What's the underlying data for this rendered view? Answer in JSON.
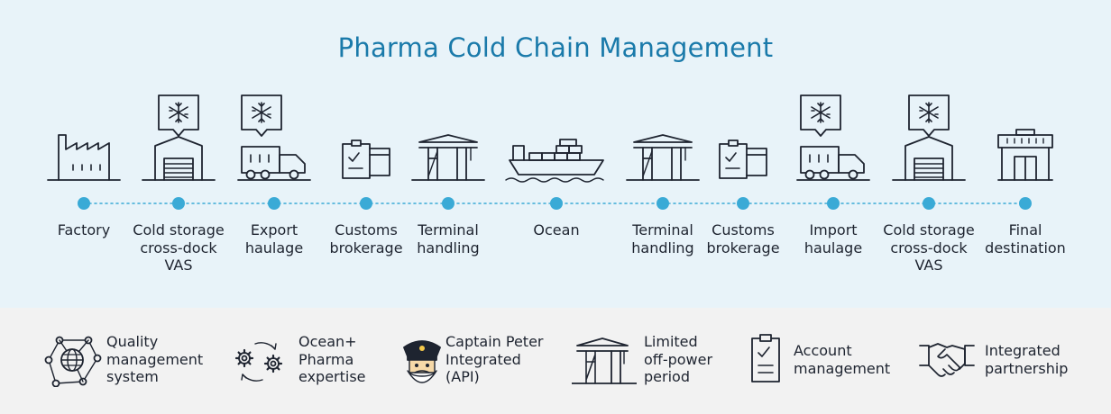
{
  "title": "Pharma Cold Chain Management",
  "colors": {
    "accent": "#1a7aaa",
    "dot": "#3aaad6",
    "ink": "#1e2430",
    "top_bg": "#e8f3f9",
    "bottom_bg": "#f2f2f2"
  },
  "stages": [
    {
      "icon": "factory-icon",
      "lines": [
        "Factory"
      ]
    },
    {
      "icon": "cold-storage-warehouse-icon",
      "lines": [
        "Cold storage",
        "cross-dock",
        "VAS"
      ],
      "snowflake": true
    },
    {
      "icon": "refrigerated-truck-icon",
      "lines": [
        "Export",
        "haulage"
      ],
      "snowflake": true
    },
    {
      "icon": "customs-clipboard-icon",
      "lines": [
        "Customs",
        "brokerage"
      ]
    },
    {
      "icon": "terminal-crane-icon",
      "lines": [
        "Terminal",
        "handling"
      ]
    },
    {
      "icon": "container-ship-icon",
      "lines": [
        "Ocean"
      ]
    },
    {
      "icon": "terminal-crane-icon",
      "lines": [
        "Terminal",
        "handling"
      ]
    },
    {
      "icon": "customs-clipboard-icon",
      "lines": [
        "Customs",
        "brokerage"
      ]
    },
    {
      "icon": "refrigerated-truck-icon",
      "lines": [
        "Import",
        "haulage"
      ],
      "snowflake": true
    },
    {
      "icon": "cold-storage-warehouse-icon",
      "lines": [
        "Cold storage",
        "cross-dock",
        "VAS"
      ],
      "snowflake": true
    },
    {
      "icon": "final-destination-building-icon",
      "lines": [
        "Final",
        "destination"
      ]
    }
  ],
  "features": [
    {
      "icon": "quality-network-globe-icon",
      "lines": [
        "Quality",
        "management",
        "system"
      ]
    },
    {
      "icon": "gears-cycle-icon",
      "lines": [
        "Ocean+",
        "Pharma",
        "expertise"
      ]
    },
    {
      "icon": "captain-peter-icon",
      "lines": [
        "Captain Peter",
        "Integrated",
        "(API)"
      ]
    },
    {
      "icon": "crane-icon",
      "lines": [
        "Limited",
        "off-power",
        "period"
      ]
    },
    {
      "icon": "clipboard-checklist-icon",
      "lines": [
        "Account",
        "management"
      ]
    },
    {
      "icon": "handshake-icon",
      "lines": [
        "Integrated",
        "partnership"
      ]
    }
  ]
}
